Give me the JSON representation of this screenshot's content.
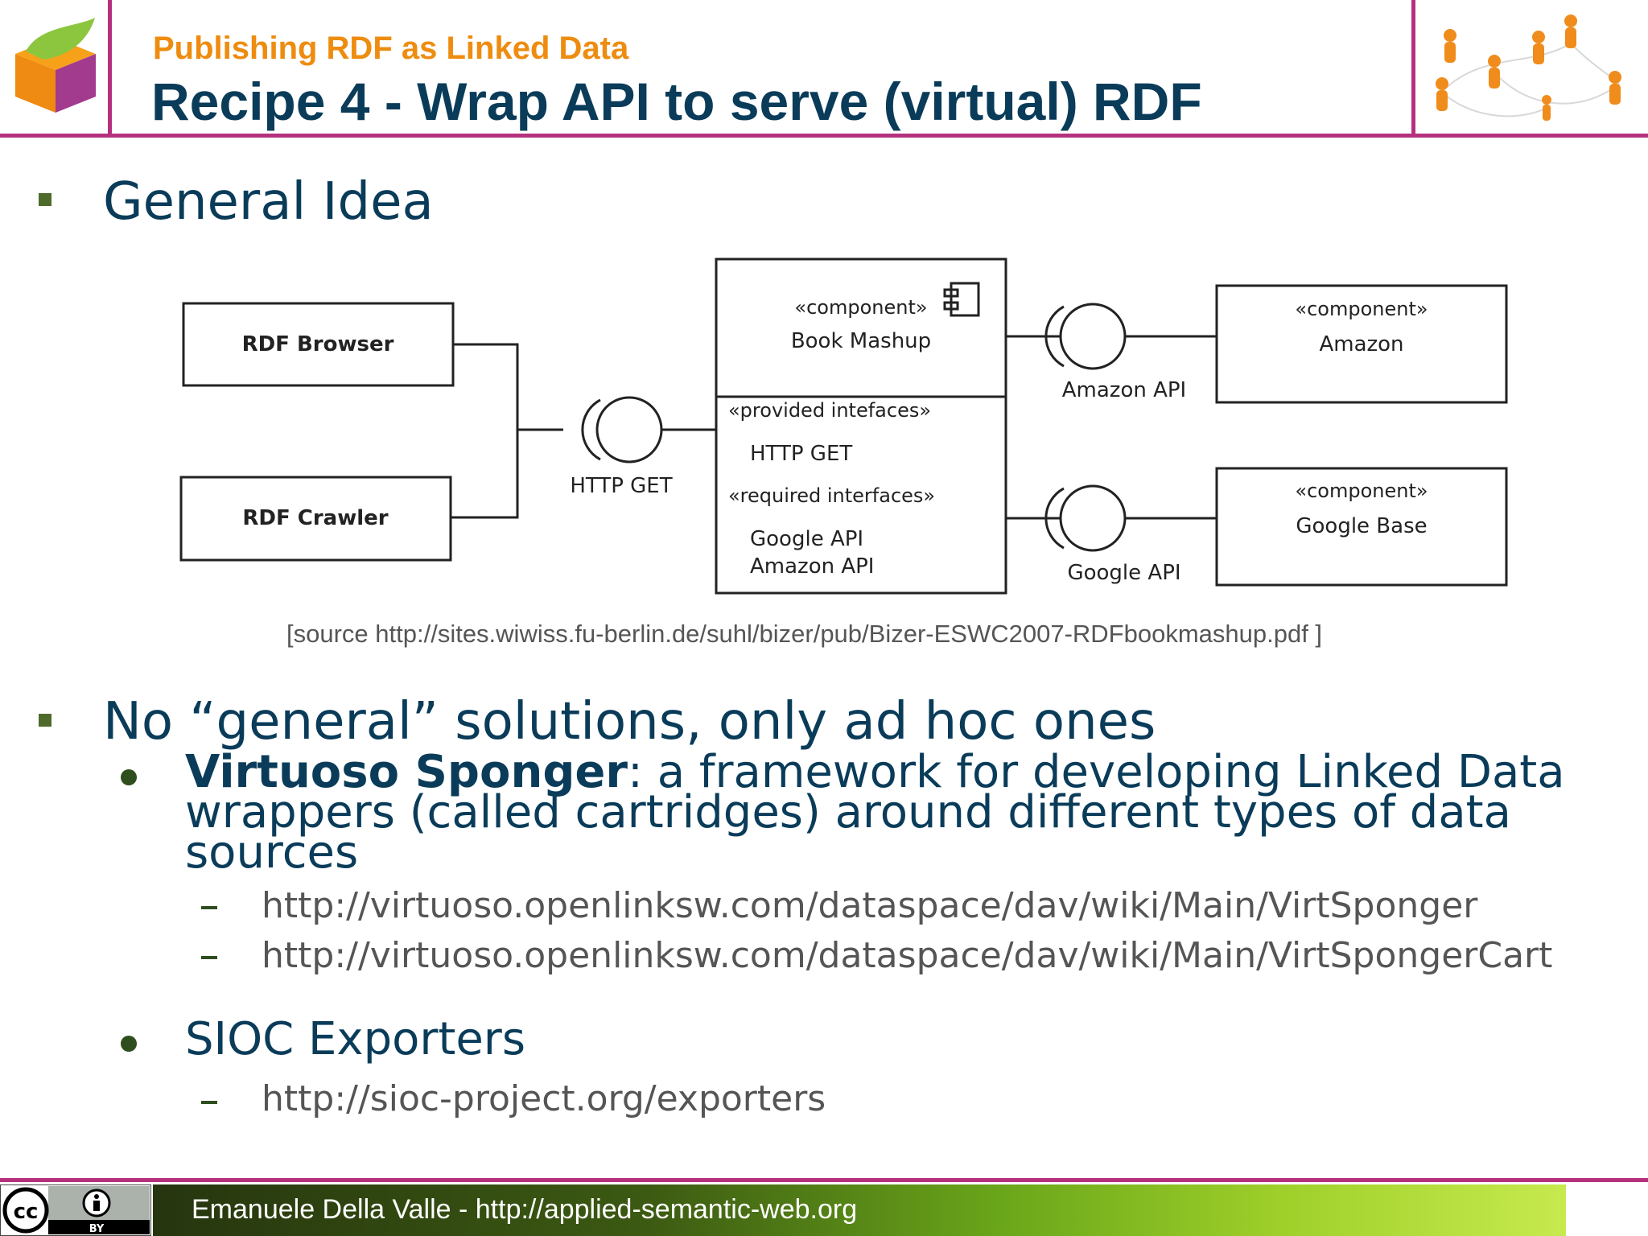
{
  "header": {
    "subtitle": "Publishing RDF as Linked Data",
    "title": "Recipe 4 - Wrap API to serve (virtual) RDF"
  },
  "bullets": {
    "general_idea": "General Idea",
    "no_general": "No “general” solutions, only ad hoc ones",
    "virtuoso_name": "Virtuoso Sponger",
    "virtuoso_desc": ": a framework for developing Linked Data wrappers (called cartridges) around different types of data sources",
    "virtuoso_links": [
      "http://virtuoso.openlinksw.com/dataspace/dav/wiki/Main/VirtSponger",
      "http://virtuoso.openlinksw.com/dataspace/dav/wiki/Main/VirtSpongerCart"
    ],
    "sioc": "SIOC Exporters",
    "sioc_link": "http://sioc-project.org/exporters"
  },
  "diagram": {
    "rdf_browser": "RDF Browser",
    "rdf_crawler": "RDF Crawler",
    "http_get_iface": "HTTP GET",
    "book_stereotype": "«component»",
    "book_name": "Book Mashup",
    "provided_label": "«provided intefaces»",
    "provided_item": "HTTP GET",
    "required_label": "«required interfaces»",
    "required_item_1": "Google API",
    "required_item_2": "Amazon API",
    "amazon_api": "Amazon API",
    "google_api": "Google API",
    "amazon_stereotype": "«component»",
    "amazon_name": "Amazon",
    "google_stereotype": "«component»",
    "google_name": "Google Base"
  },
  "source": "[source http://sites.wiwiss.fu-berlin.de/suhl/bizer/pub/Bizer-ESWC2007-RDFbookmashup.pdf ]",
  "footer": {
    "text": "Emanuele Della Valle - http://applied-semantic-web.org",
    "license_by": "BY"
  },
  "colors": {
    "accent_magenta": "#b5317e",
    "subtitle_orange": "#ee8c10",
    "title_navy": "#0a3c5a"
  }
}
